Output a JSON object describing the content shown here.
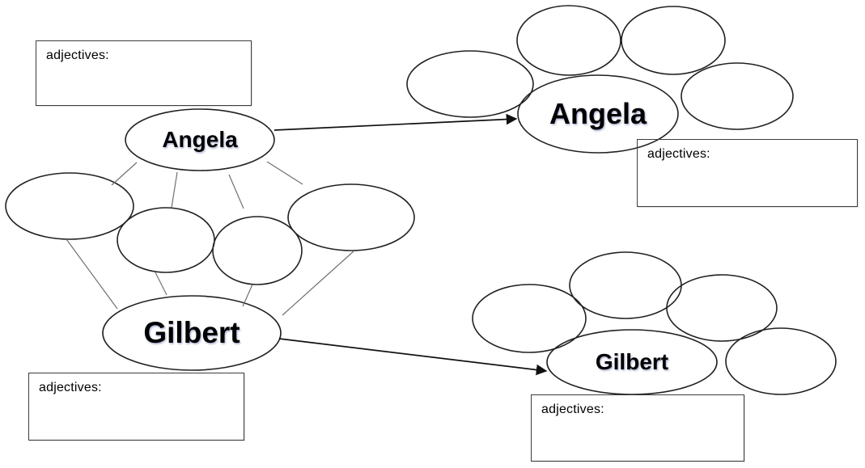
{
  "left_cluster": {
    "adjectives_box_top": {
      "label": "adjectives:"
    },
    "adjectives_box_bottom": {
      "label": "adjectives:"
    },
    "angela": {
      "name": "Angela"
    },
    "gilbert": {
      "name": "Gilbert"
    },
    "shared_empty_ellipses_count": 4
  },
  "right_angela_cluster": {
    "angela": {
      "name": "Angela"
    },
    "adjectives_box": {
      "label": "adjectives:"
    },
    "empty_ellipses_count": 4
  },
  "right_gilbert_cluster": {
    "gilbert": {
      "name": "Gilbert"
    },
    "adjectives_box": {
      "label": "adjectives:"
    },
    "empty_ellipses_count": 4
  },
  "colors": {
    "background": "#ffffff",
    "shape_outline": "#212121",
    "box_border": "#3d3d3d",
    "connector_line": "#707070",
    "arrow": "#111111",
    "name_text": "#000000",
    "label_text": "#000000"
  }
}
